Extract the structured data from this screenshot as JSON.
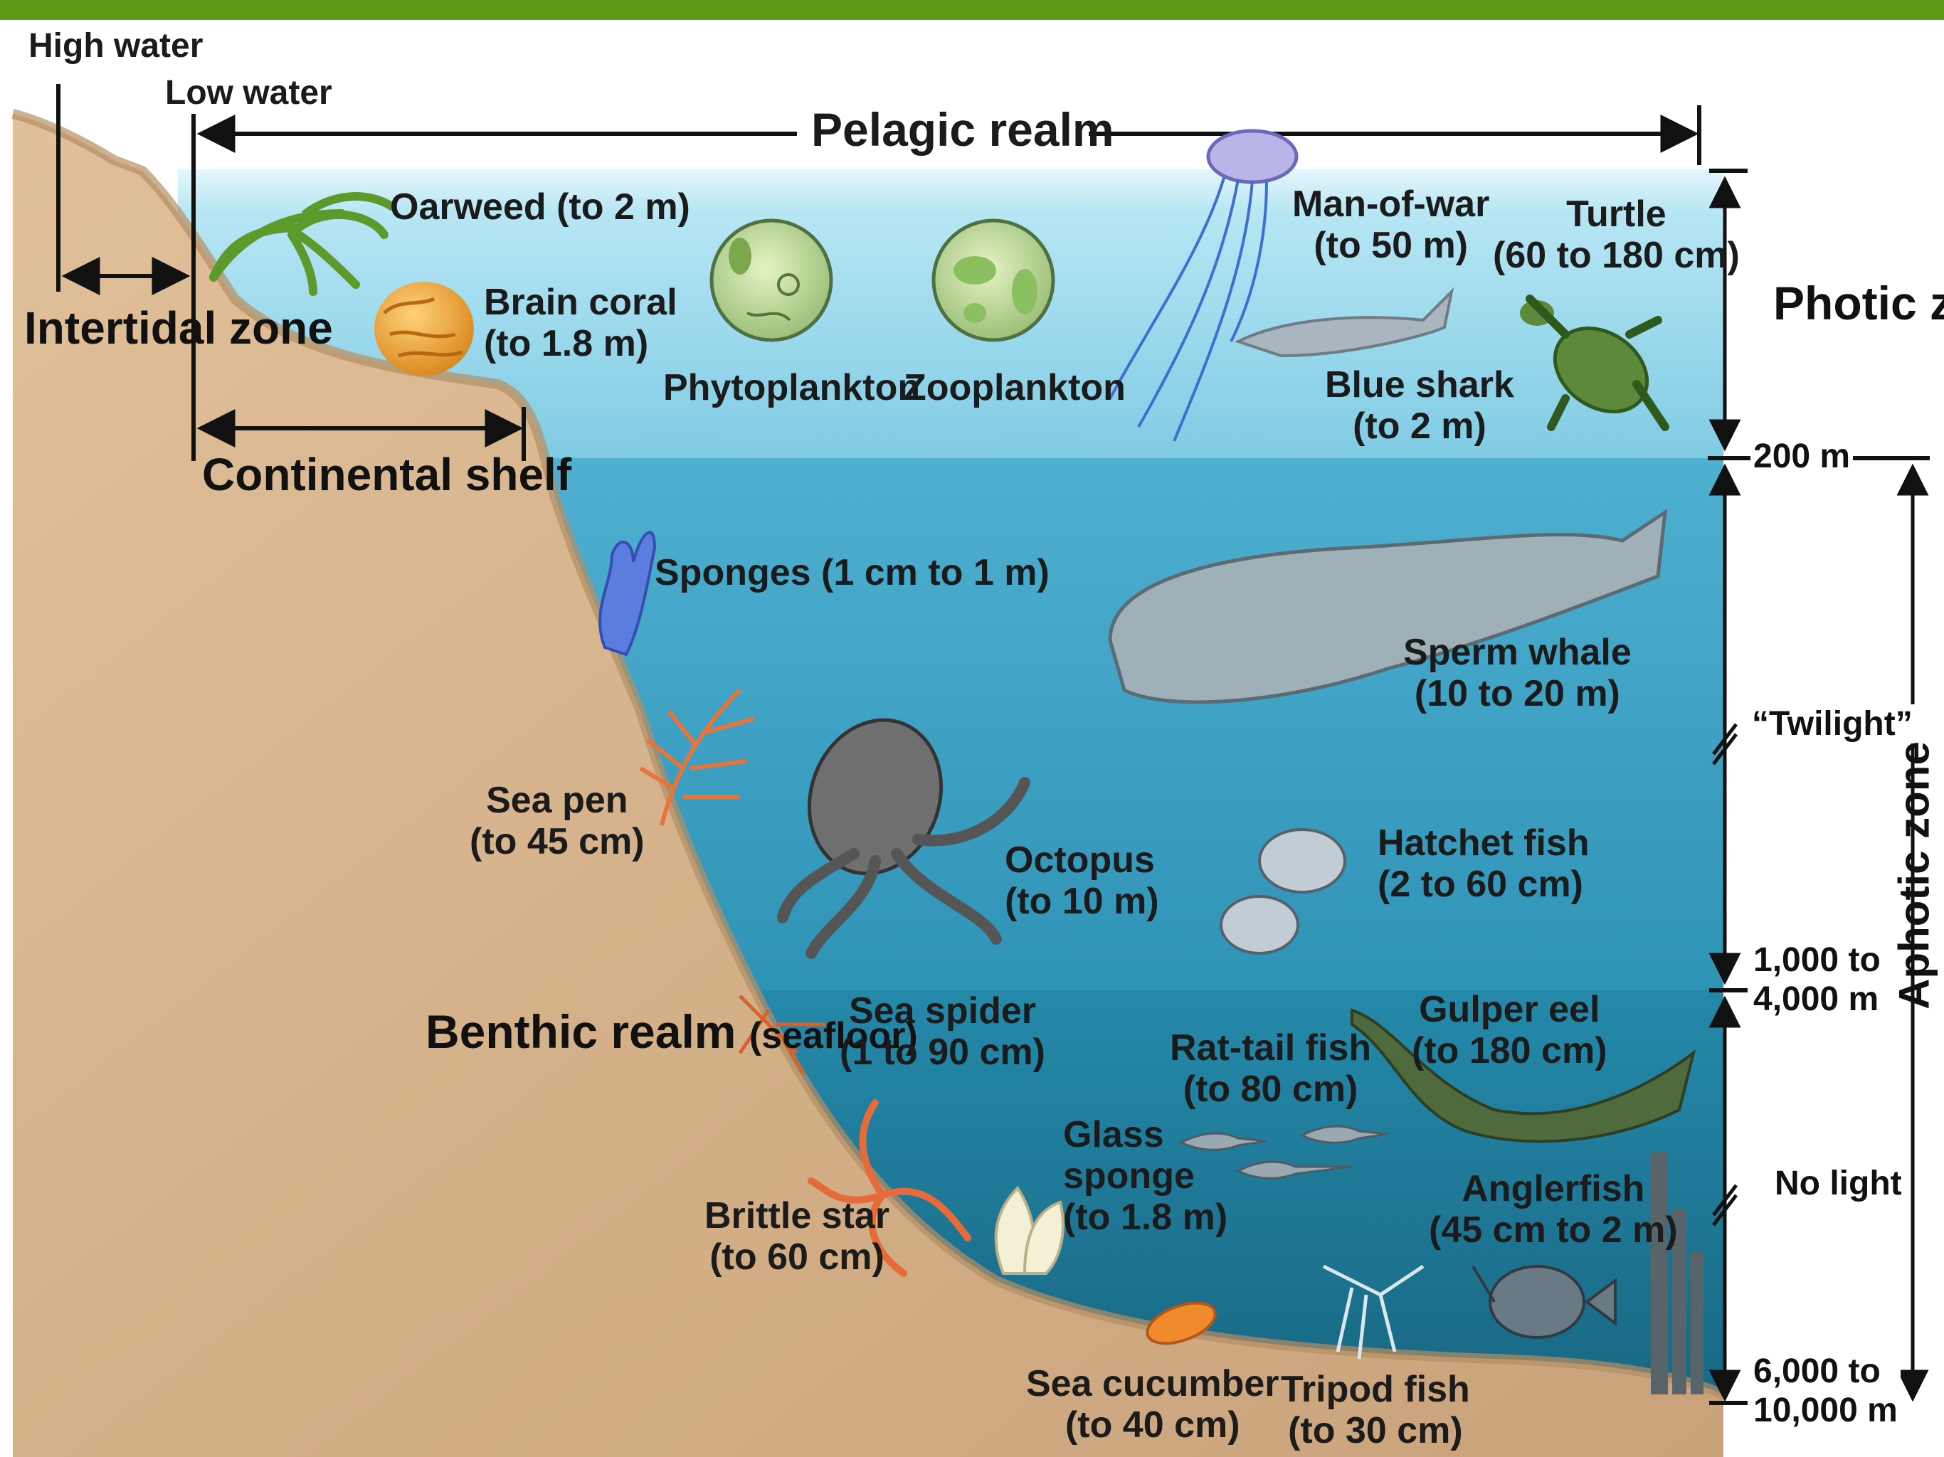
{
  "colors": {
    "top_bar": "#5b9a12",
    "seafloor": "#d8b48a",
    "photic_water": "#8fd4ea",
    "mid_water": "#3a9fc2",
    "deep_water": "#1f7a9a"
  },
  "tide": {
    "high_water": "High water",
    "low_water": "Low water"
  },
  "realms": {
    "pelagic": "Pelagic realm",
    "benthic_title": "Benthic realm",
    "benthic_sub": "(seafloor)"
  },
  "zones": {
    "intertidal_l1": "Intertidal",
    "intertidal_l2": "zone",
    "continental_shelf": "Continental shelf",
    "photic_l1": "Photic",
    "photic_l2": "zone",
    "aphotic": "Aphotic zone",
    "twilight": "“Twilight”",
    "no_light": "No light"
  },
  "depths": {
    "d200": "200 m",
    "d1000_l1": "1,000 to",
    "d1000_l2": "4,000 m",
    "d6000_l1": "6,000 to",
    "d6000_l2": "10,000 m"
  },
  "organisms": {
    "oarweed": "Oarweed (to 2 m)",
    "brain_coral_l1": "Brain coral",
    "brain_coral_l2": "(to 1.8 m)",
    "phytoplankton": "Phytoplankton",
    "zooplankton": "Zooplankton",
    "man_of_war_l1": "Man-of-war",
    "man_of_war_l2": "(to 50 m)",
    "turtle_l1": "Turtle",
    "turtle_l2": "(60 to 180 cm)",
    "blue_shark_l1": "Blue shark",
    "blue_shark_l2": "(to 2 m)",
    "sponges": "Sponges (1 cm to 1 m)",
    "sperm_whale_l1": "Sperm whale",
    "sperm_whale_l2": "(10 to 20 m)",
    "sea_pen_l1": "Sea pen",
    "sea_pen_l2": "(to 45 cm)",
    "octopus_l1": "Octopus",
    "octopus_l2": "(to 10 m)",
    "hatchet_fish_l1": "Hatchet fish",
    "hatchet_fish_l2": "(2 to 60 cm)",
    "sea_spider_l1": "Sea spider",
    "sea_spider_l2": "(1 to 90 cm)",
    "gulper_eel_l1": "Gulper eel",
    "gulper_eel_l2": "(to 180 cm)",
    "rat_tail_l1": "Rat-tail fish",
    "rat_tail_l2": "(to 80 cm)",
    "glass_sponge_l1": "Glass",
    "glass_sponge_l2": "sponge",
    "glass_sponge_l3": "(to 1.8 m)",
    "brittle_star_l1": "Brittle star",
    "brittle_star_l2": "(to 60 cm)",
    "anglerfish_l1": "Anglerfish",
    "anglerfish_l2": "(45 cm to 2 m)",
    "sea_cucumber_l1": "Sea cucumber",
    "sea_cucumber_l2": "(to 40 cm)",
    "tripod_fish_l1": "Tripod fish",
    "tripod_fish_l2": "(to 30 cm)"
  }
}
